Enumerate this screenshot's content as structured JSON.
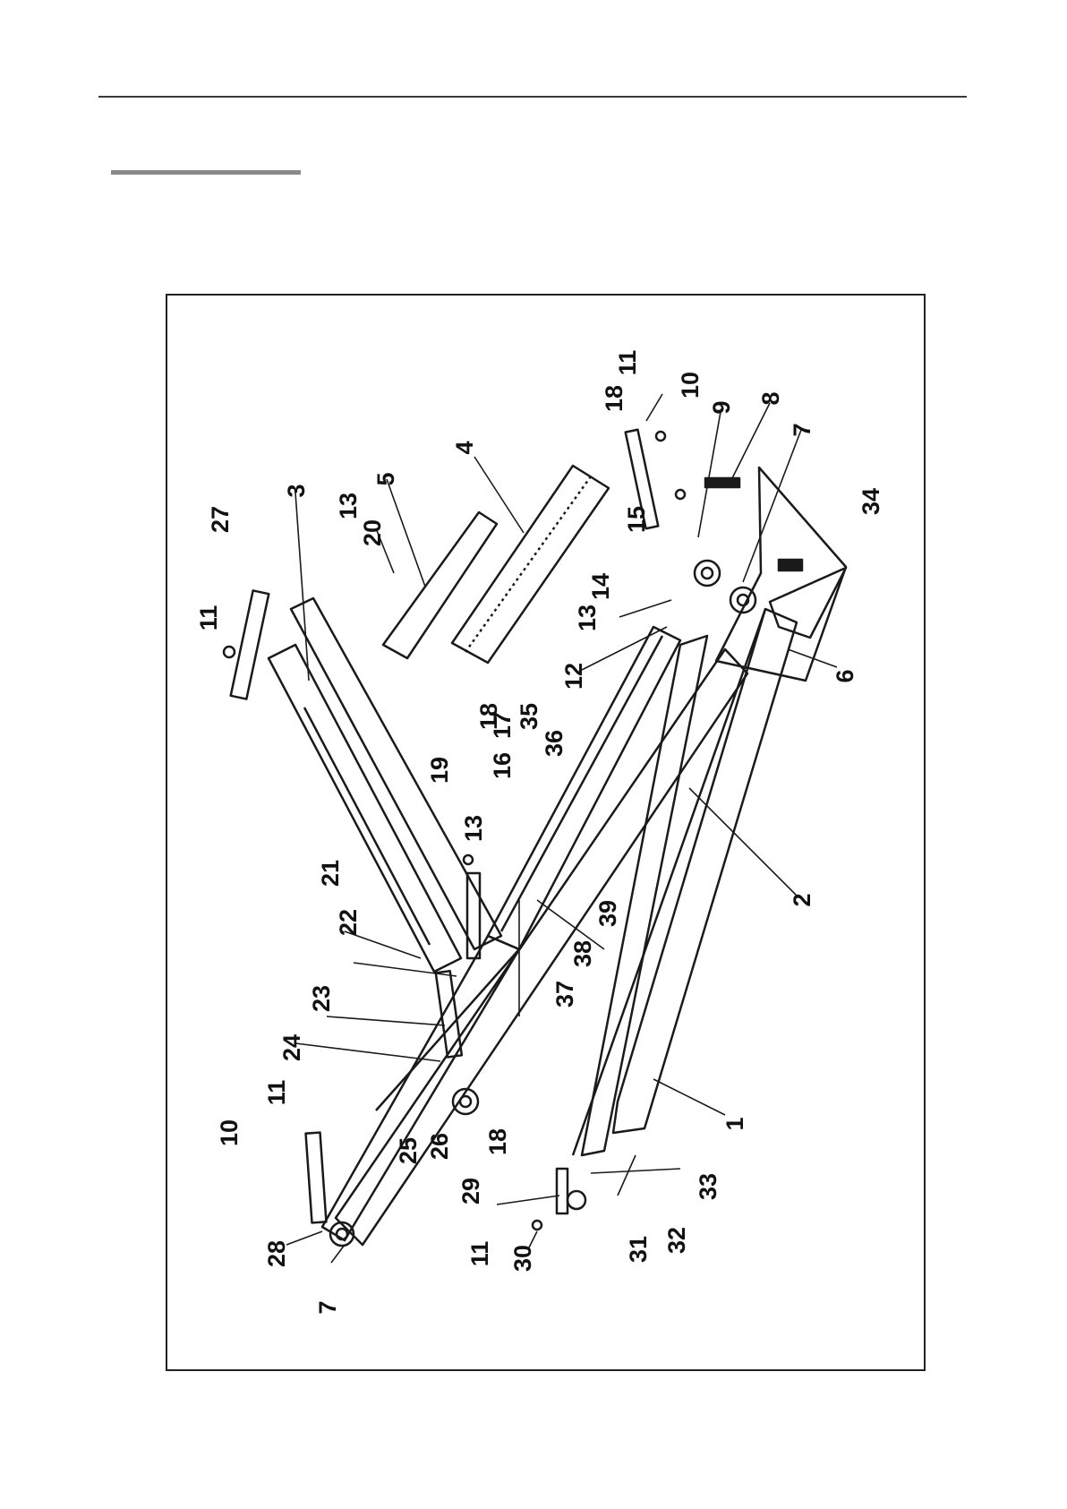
{
  "colors": {
    "ink": "#111111",
    "rule": "#3a3a3a",
    "accent_bar": "#8a8a8a",
    "frame": "#222222"
  },
  "diagram": {
    "labels": [
      "1",
      "2",
      "3",
      "4",
      "5",
      "6",
      "7",
      "7",
      "8",
      "9",
      "10",
      "10",
      "11",
      "11",
      "11",
      "11",
      "12",
      "13",
      "13",
      "13",
      "14",
      "15",
      "16",
      "17",
      "18",
      "18",
      "18",
      "19",
      "20",
      "21",
      "22",
      "23",
      "24",
      "25",
      "26",
      "27",
      "28",
      "29",
      "30",
      "31",
      "32",
      "33",
      "34",
      "35",
      "36",
      "37",
      "38",
      "39"
    ]
  }
}
